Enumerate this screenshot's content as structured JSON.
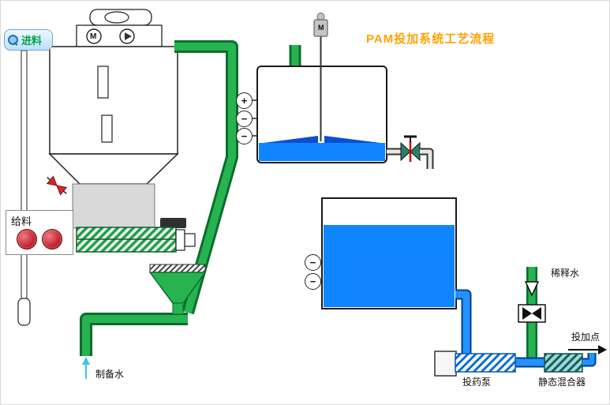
{
  "title": "PAM投加系统工艺流程",
  "feed_button": {
    "label": "进料"
  },
  "feeder_panel": {
    "label": "给料"
  },
  "hopper": {
    "motor_label": "M"
  },
  "mixing_tank": {
    "motor_label": "M",
    "gauges": [
      "+",
      "−",
      "−"
    ]
  },
  "storage_tank": {
    "gauges": [
      "−",
      "−"
    ]
  },
  "annotations": {
    "prep_water": "制备水",
    "dosing_pump": "投药泵",
    "static_mixer": "静态混合器",
    "dilution_water": "稀释水",
    "dosing_point": "投加点"
  },
  "colors": {
    "pipe_green": "#27b34f",
    "pipe_green_dark": "#0b6e2e",
    "liquid_blue": "#0f86ff",
    "pipe_blue": "#2491ff",
    "pipe_blue_dark": "#003f8f",
    "title_orange": "#ffa200",
    "mixer_teal": "#2e8b8b",
    "knob_red": "#c0242f"
  }
}
